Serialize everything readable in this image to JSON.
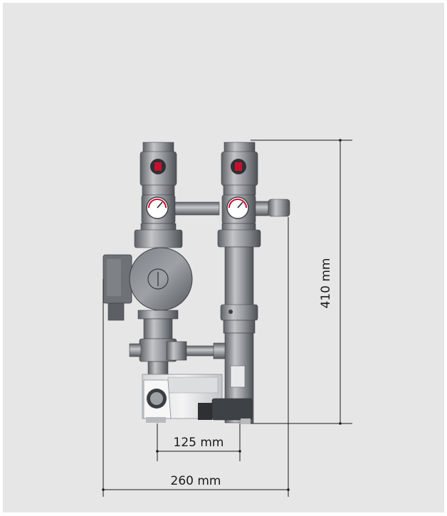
{
  "dimensions": {
    "height_label": "410 mm",
    "inner_width_label": "125 mm",
    "total_width_label": "260 mm"
  },
  "colors": {
    "background": "#e6e6e7",
    "metal_dark": "#5a5d63",
    "metal_mid": "#8d9096",
    "metal_light": "#c9cbce",
    "valve_red": "#c8102e",
    "dimension_line": "#1a1a1a"
  }
}
